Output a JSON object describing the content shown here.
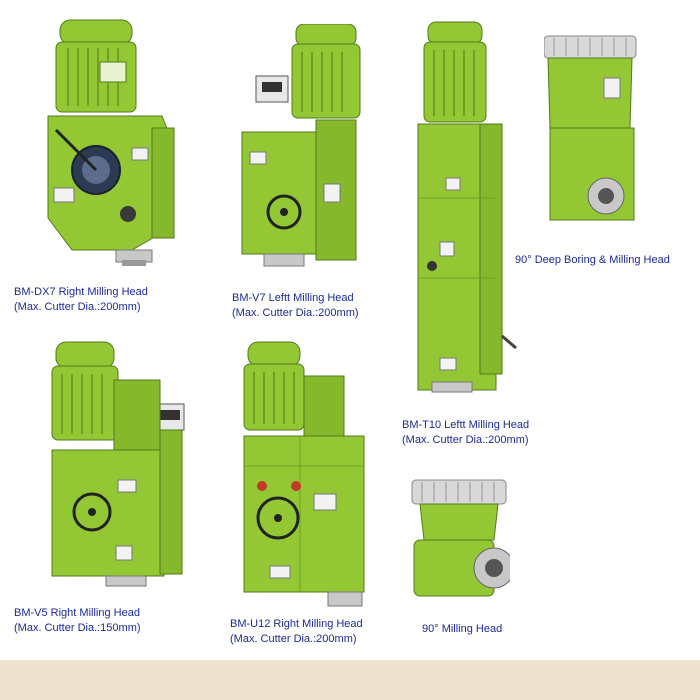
{
  "colors": {
    "machine_green": "#93c733",
    "machine_dark": "#4f7d1a",
    "caption_blue": "#1a2a9a",
    "steel": "#c8c8c8",
    "background": "#ffffff",
    "footer": "#ede3cf"
  },
  "products": [
    {
      "id": "dx7",
      "name": "BM-DX7 Right Milling Head",
      "spec": "(Max. Cutter Dia.:200mm)"
    },
    {
      "id": "v7",
      "name": "BM-V7 Leftt Milling Head",
      "spec": "(Max. Cutter Dia.:200mm)"
    },
    {
      "id": "t10",
      "name": "BM-T10 Leftt Milling Head",
      "spec": "(Max. Cutter Dia.:200mm)"
    },
    {
      "id": "deep90",
      "name": "90° Deep Boring & Milling Head",
      "spec": ""
    },
    {
      "id": "v5",
      "name": "BM-V5 Right Milling Head",
      "spec": "(Max. Cutter Dia.:150mm)"
    },
    {
      "id": "u12",
      "name": "BM-U12 Right Milling Head",
      "spec": "(Max. Cutter Dia.:200mm)"
    },
    {
      "id": "m90",
      "name": "90° Milling Head",
      "spec": ""
    }
  ]
}
